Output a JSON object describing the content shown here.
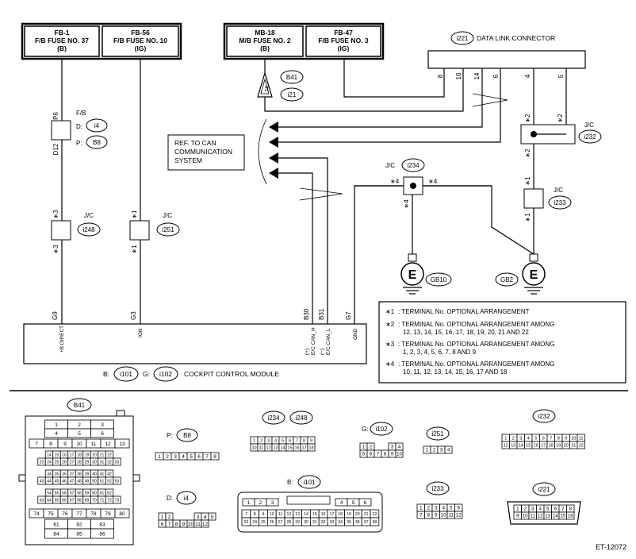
{
  "fuses": [
    {
      "l1": "FB-1",
      "l2": "F/B FUSE NO. 37",
      "l3": "(B)"
    },
    {
      "l1": "FB-56",
      "l2": "F/B FUSE NO. 10",
      "l3": "(IG)"
    },
    {
      "l1": "MB-18",
      "l2": "M/B FUSE NO. 2",
      "l3": "(B)"
    },
    {
      "l1": "FB-47",
      "l2": "F/B FUSE NO. 3",
      "l3": "(IG)"
    }
  ],
  "dlc": {
    "id": "i221",
    "label": "DATA LINK CONNECTOR",
    "pins": [
      "8",
      "16",
      "14",
      "6",
      "4",
      "5"
    ]
  },
  "ref": {
    "l1": "REF. TO CAN",
    "l2": "COMMUNICATION",
    "l3": "SYSTEM"
  },
  "fb": {
    "label": "F/B",
    "p_top": "P6",
    "p_bot": "D12",
    "d_label": "D:",
    "d_id": "i4",
    "p_label": "P:",
    "p_id": "B8"
  },
  "conn_b41": "B41",
  "conn_i21": "i21",
  "pin74": "74",
  "jc": "J/C",
  "jc_ids": {
    "i248": "i248",
    "i251": "i251",
    "i234": "i234",
    "i232": "i232",
    "i233": "i233"
  },
  "marks": {
    "m1": "∗1",
    "m2": "∗2",
    "m3": "∗3",
    "m4": "∗4"
  },
  "grounds": {
    "gb10": "GB10",
    "gb2": "GB2",
    "e": "E"
  },
  "module": {
    "pins": [
      "G9",
      "G3",
      "B30",
      "B31",
      "G7"
    ],
    "sigs": [
      "+B DIRECT",
      "IGN",
      "E/C CAN_H",
      "E/C CAN_L",
      "GND"
    ],
    "sub": [
      "(+)",
      "(−)"
    ],
    "b_label": "B:",
    "b_id": "i101",
    "g_label": "G:",
    "g_id": "i102",
    "name": "COCKPIT CONTROL MODULE"
  },
  "legend": [
    {
      "m": "∗1",
      "t1": ": TERMINAL No. OPTIONAL ARRANGEMENT",
      "t2": ""
    },
    {
      "m": "∗2",
      "t1": ": TERMINAL No. OPTIONAL ARRANGEMENT AMONG",
      "t2": "12, 13, 14, 15, 16, 17, 18, 19, 20, 21 AND 22"
    },
    {
      "m": "∗3",
      "t1": ": TERMINAL No. OPTIONAL ARRANGEMENT AMONG",
      "t2": "1, 2, 3, 4, 5, 6, 7, 8 AND 9"
    },
    {
      "m": "∗4",
      "t1": ": TERMINAL No. OPTIONAL ARRANGEMENT AMONG",
      "t2": "10, 11, 12, 13, 14, 15, 16, 17 AND 18"
    }
  ],
  "bottom": {
    "b41": "B41",
    "p_b8": "P:",
    "b8": "B8",
    "d_i4": "D:",
    "i4": "i4",
    "i234": "i234",
    "i248": "i248",
    "g": "G:",
    "i102": "i102",
    "i251": "i251",
    "b": "B:",
    "i101": "i101",
    "i233": "i233",
    "i232": "i232",
    "i221": "i221"
  },
  "b41_rows": [
    [
      "1",
      "2",
      "3"
    ],
    [
      "4",
      "5",
      "6"
    ],
    [
      "7",
      "8",
      "9",
      "10",
      "11",
      "12",
      "13"
    ],
    [
      "14",
      "15",
      "16",
      "17",
      "18",
      "19",
      "20",
      "21",
      "22"
    ],
    [
      "23",
      "24",
      "25",
      "26",
      "27",
      "28",
      "29",
      "30",
      "31",
      "32",
      "33"
    ],
    [
      "34",
      "35",
      "36",
      "37",
      "38",
      "39",
      "40",
      "41",
      "42"
    ],
    [
      "43",
      "44",
      "45",
      "46",
      "47",
      "48",
      "49",
      "50",
      "51",
      "52",
      "53"
    ],
    [
      "54",
      "55",
      "56",
      "57",
      "58",
      "59",
      "60",
      "61",
      "62"
    ],
    [
      "63",
      "64",
      "65",
      "66",
      "67",
      "68",
      "69",
      "70",
      "71",
      "72",
      "73"
    ],
    [
      "74",
      "75",
      "76",
      "77",
      "78",
      "79",
      "80"
    ],
    [
      "81",
      "82",
      "83"
    ],
    [
      "84",
      "85",
      "86"
    ]
  ],
  "grids": {
    "b8": [
      [
        "1",
        "2",
        "3",
        "4",
        "5",
        "6",
        "7",
        "8"
      ]
    ],
    "i4": [
      [
        "1",
        "2",
        "",
        "",
        "",
        "3",
        "4",
        "5"
      ],
      [
        "6",
        "7",
        "8",
        "9",
        "10",
        "11",
        "12"
      ]
    ],
    "i234": [
      [
        "1",
        "2",
        "3",
        "4",
        "5",
        "6",
        "7",
        "8",
        "9"
      ],
      [
        "10",
        "11",
        "12",
        "13",
        "14",
        "15",
        "16",
        "17",
        "18"
      ]
    ],
    "i102": [
      [
        "1",
        "2",
        "",
        "",
        "3",
        "4"
      ],
      [
        "5",
        "6",
        "7",
        "8",
        "9",
        "10"
      ]
    ],
    "i251": [
      [
        "1",
        "2",
        "3",
        "4"
      ]
    ],
    "i101a": [
      [
        "1",
        "2",
        "3"
      ],
      [
        "4",
        "5",
        "6"
      ]
    ],
    "i101b": [
      [
        "7",
        "8",
        "9",
        "10",
        "11",
        "12",
        "13",
        "14",
        "15",
        "16",
        "17",
        "18",
        "19",
        "20",
        "21",
        "22"
      ],
      [
        "23",
        "24",
        "25",
        "26",
        "27",
        "28",
        "29",
        "30",
        "31",
        "32",
        "33",
        "34",
        "35",
        "36",
        "37",
        "38"
      ]
    ],
    "i233": [
      [
        "1",
        "2",
        "3",
        "4",
        "5",
        "6"
      ],
      [
        "7",
        "8",
        "9",
        "10",
        "11",
        "12"
      ]
    ],
    "i232": [
      [
        "1",
        "2",
        "3",
        "4",
        "5",
        "6",
        "7",
        "8",
        "9",
        "10",
        "11"
      ],
      [
        "12",
        "13",
        "14",
        "15",
        "16",
        "17",
        "18",
        "19",
        "20",
        "21",
        "22"
      ]
    ],
    "i221": [
      [
        "1",
        "2",
        "3",
        "4",
        "5",
        "6",
        "7",
        "8"
      ],
      [
        "9",
        "10",
        "11",
        "12",
        "13",
        "14",
        "15",
        "16"
      ]
    ]
  },
  "code": "ET-12072"
}
